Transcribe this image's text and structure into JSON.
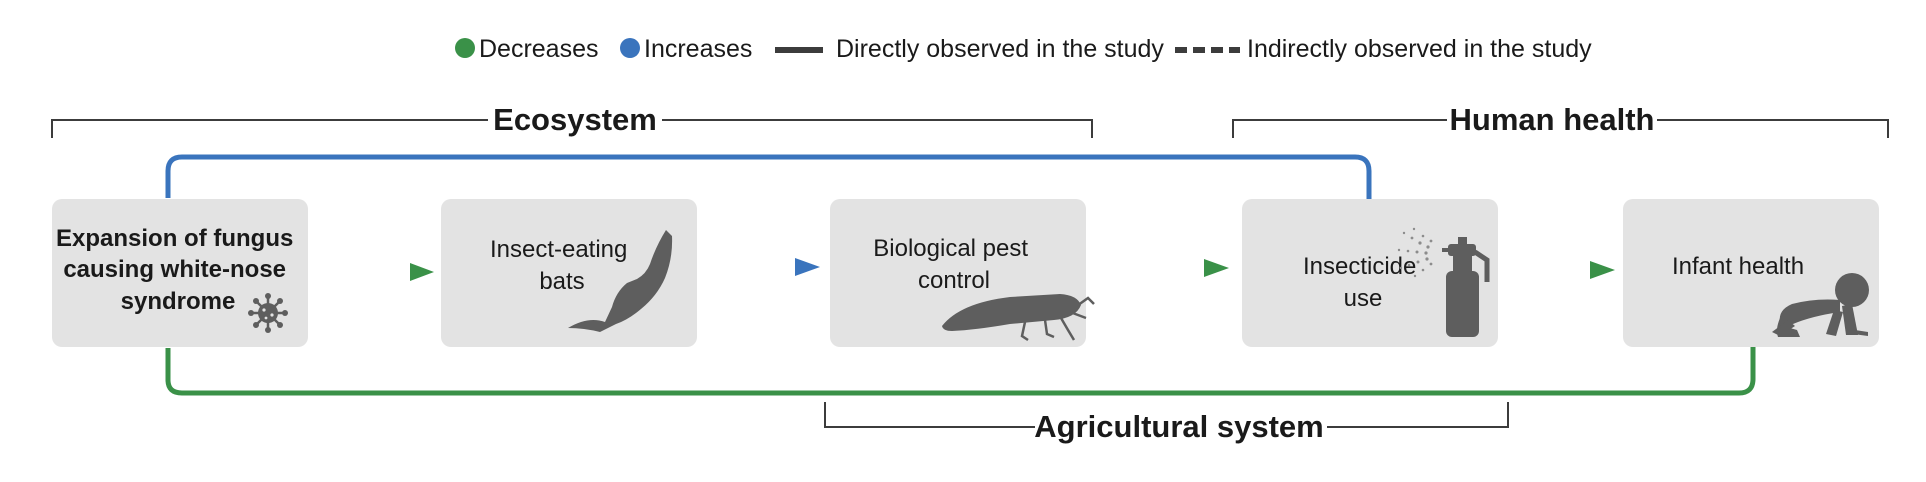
{
  "legend": {
    "decreases": "Decreases",
    "increases": "Increases",
    "direct": "Directly observed in the study",
    "indirect": "Indirectly observed in the study"
  },
  "sections": {
    "ecosystem": "Ecosystem",
    "human_health": "Human health",
    "agricultural_system": "Agricultural system"
  },
  "nodes": {
    "fungus": [
      "Expansion of fungus",
      "causing white-nose",
      "syndrome"
    ],
    "bats": [
      "Insect-eating",
      "bats"
    ],
    "pest_control": [
      "Biological pest",
      "control"
    ],
    "insecticide": [
      "Insecticide",
      "use"
    ],
    "infant": [
      "Infant health"
    ]
  },
  "icons": {
    "fungus": "virus-icon",
    "bats": "bat-icon",
    "pest_control": "leafhopper-insect-icon",
    "insecticide": "spray-bottle-icon",
    "infant": "crawling-baby-icon"
  },
  "colors": {
    "decrease": "#3a9148",
    "increase": "#3a74bd",
    "node_fill": "#e3e3e3",
    "line": "#3c3c3c",
    "icon": "#5e5e5e"
  }
}
